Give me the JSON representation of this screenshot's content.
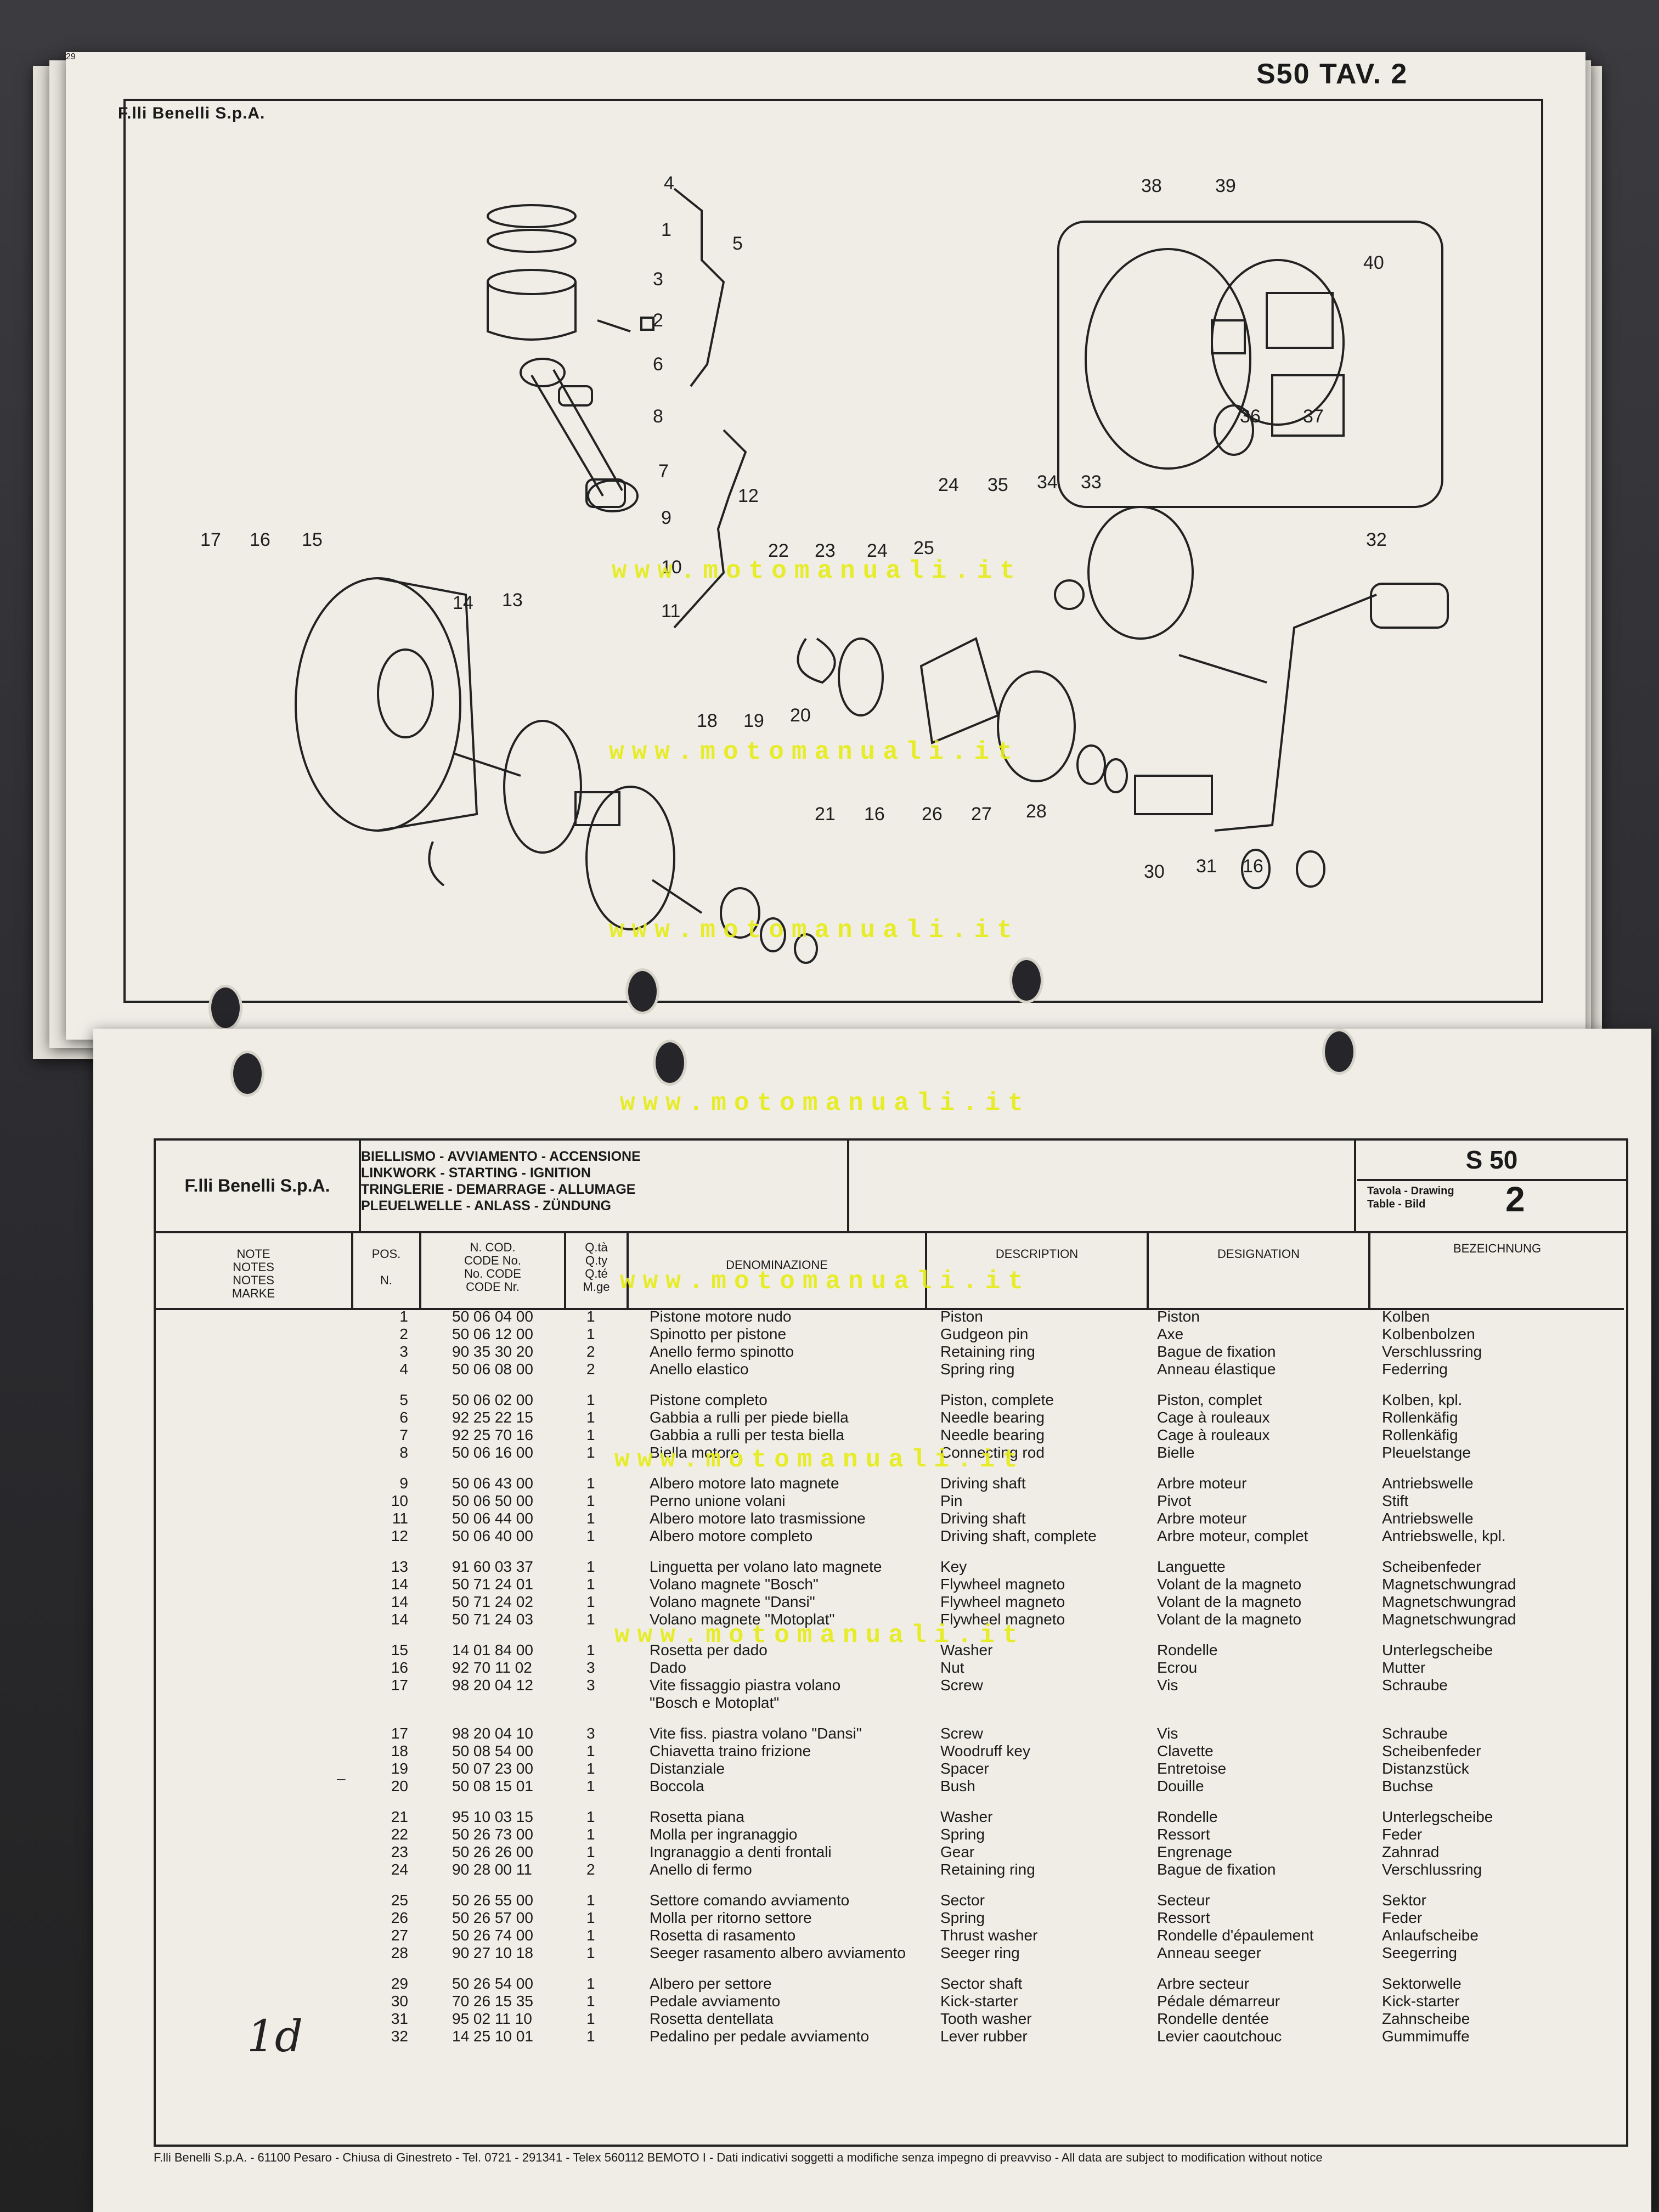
{
  "top_sheet": {
    "brand": "F.lli Benelli S.p.A.",
    "model": "S50  TAV. 2",
    "callouts": [
      "1",
      "2",
      "3",
      "4",
      "5",
      "6",
      "7",
      "8",
      "9",
      "10",
      "11",
      "12",
      "13",
      "14",
      "15",
      "16",
      "17",
      "18",
      "19",
      "20",
      "21",
      "16",
      "22",
      "23",
      "24",
      "25",
      "26",
      "27",
      "28",
      "29",
      "30",
      "31",
      "16",
      "24",
      "35",
      "34",
      "33",
      "32",
      "38",
      "39",
      "40",
      "36",
      "37"
    ]
  },
  "watermark": "www.motomanuali.it",
  "bottom_sheet": {
    "brand": "F.lli Benelli S.p.A.",
    "sections": [
      "BIELLISMO - AVVIAMENTO - ACCENSIONE",
      "LINKWORK - STARTING - IGNITION",
      "TRINGLERIE - DEMARRAGE - ALLUMAGE",
      "PLEUELWELLE - ANLASS - ZÜNDUNG"
    ],
    "model": "S 50",
    "table_label": [
      "Tavola - Drawing",
      "Table - Bild"
    ],
    "table_number": "2",
    "columns": {
      "notes": [
        "NOTE",
        "NOTES",
        "NOTES",
        "MARKE"
      ],
      "pos": [
        "POS.",
        "N."
      ],
      "code": [
        "N. COD.",
        "CODE No.",
        "No. CODE",
        "CODE Nr."
      ],
      "qty": [
        "Q.tà",
        "Q.ty",
        "Q.té",
        "M.ge"
      ],
      "denominazione": "DENOMINAZIONE",
      "description": "DESCRIPTION",
      "designation": "DESIGNATION",
      "bezeichnung": "BEZEICHNUNG"
    },
    "groups": [
      [
        [
          "1",
          "50 06 04 00",
          "1",
          "Pistone motore nudo",
          "Piston",
          "Piston",
          "Kolben"
        ],
        [
          "2",
          "50 06 12 00",
          "1",
          "Spinotto per pistone",
          "Gudgeon pin",
          "Axe",
          "Kolbenbolzen"
        ],
        [
          "3",
          "90 35 30 20",
          "2",
          "Anello fermo spinotto",
          "Retaining ring",
          "Bague de fixation",
          "Verschlussring"
        ],
        [
          "4",
          "50 06 08 00",
          "2",
          "Anello elastico",
          "Spring ring",
          "Anneau élastique",
          "Federring"
        ]
      ],
      [
        [
          "5",
          "50 06 02 00",
          "1",
          "Pistone completo",
          "Piston, complete",
          "Piston, complet",
          "Kolben, kpl."
        ],
        [
          "6",
          "92 25 22 15",
          "1",
          "Gabbia a rulli per piede biella",
          "Needle bearing",
          "Cage à rouleaux",
          "Rollenkäfig"
        ],
        [
          "7",
          "92 25 70 16",
          "1",
          "Gabbia a rulli per testa biella",
          "Needle bearing",
          "Cage à rouleaux",
          "Rollenkäfig"
        ],
        [
          "8",
          "50 06 16 00",
          "1",
          "Biella motore",
          "Connecting rod",
          "Bielle",
          "Pleuelstange"
        ]
      ],
      [
        [
          "9",
          "50 06 43 00",
          "1",
          "Albero motore lato magnete",
          "Driving shaft",
          "Arbre moteur",
          "Antriebswelle"
        ],
        [
          "10",
          "50 06 50 00",
          "1",
          "Perno unione volani",
          "Pin",
          "Pivot",
          "Stift"
        ],
        [
          "11",
          "50 06 44 00",
          "1",
          "Albero motore lato trasmissione",
          "Driving shaft",
          "Arbre moteur",
          "Antriebswelle"
        ],
        [
          "12",
          "50 06 40 00",
          "1",
          "Albero motore completo",
          "Driving shaft, complete",
          "Arbre moteur, complet",
          "Antriebswelle, kpl."
        ]
      ],
      [
        [
          "13",
          "91 60 03 37",
          "1",
          "Linguetta per volano lato magnete",
          "Key",
          "Languette",
          "Scheibenfeder"
        ],
        [
          "14",
          "50 71 24 01",
          "1",
          "Volano magnete \"Bosch\"",
          "Flywheel magneto",
          "Volant de la magneto",
          "Magnetschwungrad"
        ],
        [
          "14",
          "50 71 24 02",
          "1",
          "Volano magnete \"Dansi\"",
          "Flywheel magneto",
          "Volant de la magneto",
          "Magnetschwungrad"
        ],
        [
          "14",
          "50 71 24 03",
          "1",
          "Volano magnete \"Motoplat\"",
          "Flywheel magneto",
          "Volant de la magneto",
          "Magnetschwungrad"
        ]
      ],
      [
        [
          "15",
          "14 01 84 00",
          "1",
          "Rosetta per dado",
          "Washer",
          "Rondelle",
          "Unterlegscheibe"
        ],
        [
          "16",
          "92 70 11 02",
          "3",
          "Dado",
          "Nut",
          "Ecrou",
          "Mutter"
        ],
        [
          "17",
          "98 20 04 12",
          "3",
          "Vite fissaggio piastra volano",
          "Screw",
          "Vis",
          "Schraube"
        ],
        [
          "",
          "",
          "",
          "\"Bosch e Motoplat\"",
          "",
          "",
          ""
        ]
      ],
      [
        [
          "17",
          "98 20 04 10",
          "3",
          "Vite fiss. piastra volano \"Dansi\"",
          "Screw",
          "Vis",
          "Schraube"
        ],
        [
          "18",
          "50 08 54 00",
          "1",
          "Chiavetta traino frizione",
          "Woodruff key",
          "Clavette",
          "Scheibenfeder"
        ],
        [
          "19",
          "50 07 23 00",
          "1",
          "Distanziale",
          "Spacer",
          "Entretoise",
          "Distanzstück"
        ],
        [
          "20",
          "50 08 15 01",
          "1",
          "Boccola",
          "Bush",
          "Douille",
          "Buchse"
        ]
      ],
      [
        [
          "21",
          "95 10 03 15",
          "1",
          "Rosetta piana",
          "Washer",
          "Rondelle",
          "Unterlegscheibe"
        ],
        [
          "22",
          "50 26 73 00",
          "1",
          "Molla per ingranaggio",
          "Spring",
          "Ressort",
          "Feder"
        ],
        [
          "23",
          "50 26 26 00",
          "1",
          "Ingranaggio a denti frontali",
          "Gear",
          "Engrenage",
          "Zahnrad"
        ],
        [
          "24",
          "90 28 00 11",
          "2",
          "Anello di fermo",
          "Retaining ring",
          "Bague de fixation",
          "Verschlussring"
        ]
      ],
      [
        [
          "25",
          "50 26 55 00",
          "1",
          "Settore comando avviamento",
          "Sector",
          "Secteur",
          "Sektor"
        ],
        [
          "26",
          "50 26 57 00",
          "1",
          "Molla per ritorno settore",
          "Spring",
          "Ressort",
          "Feder"
        ],
        [
          "27",
          "50 26 74 00",
          "1",
          "Rosetta di rasamento",
          "Thrust washer",
          "Rondelle d'épaulement",
          "Anlaufscheibe"
        ],
        [
          "28",
          "90 27 10 18",
          "1",
          "Seeger rasamento albero avviamento",
          "Seeger ring",
          "Anneau seeger",
          "Seegerring"
        ]
      ],
      [
        [
          "29",
          "50 26 54 00",
          "1",
          "Albero per settore",
          "Sector shaft",
          "Arbre secteur",
          "Sektorwelle"
        ],
        [
          "30",
          "70 26 15 35",
          "1",
          "Pedale avviamento",
          "Kick-starter",
          "Pédale démarreur",
          "Kick-starter"
        ],
        [
          "31",
          "95 02 11 10",
          "1",
          "Rosetta dentellata",
          "Tooth washer",
          "Rondelle dentée",
          "Zahnscheibe"
        ],
        [
          "32",
          "14 25 10 01",
          "1",
          "Pedalino per pedale avviamento",
          "Lever rubber",
          "Levier caoutchouc",
          "Gummimuffe"
        ]
      ]
    ],
    "note_mark": "–",
    "handwritten": "1d",
    "footer": "F.lli Benelli S.p.A. - 61100 Pesaro - Chiusa di Ginestreto - Tel. 0721 - 291341 - Telex 560112 BEMOTO I  -  Dati indicativi soggetti a modifiche senza impegno di preavviso - All data are subject to modification without notice"
  }
}
